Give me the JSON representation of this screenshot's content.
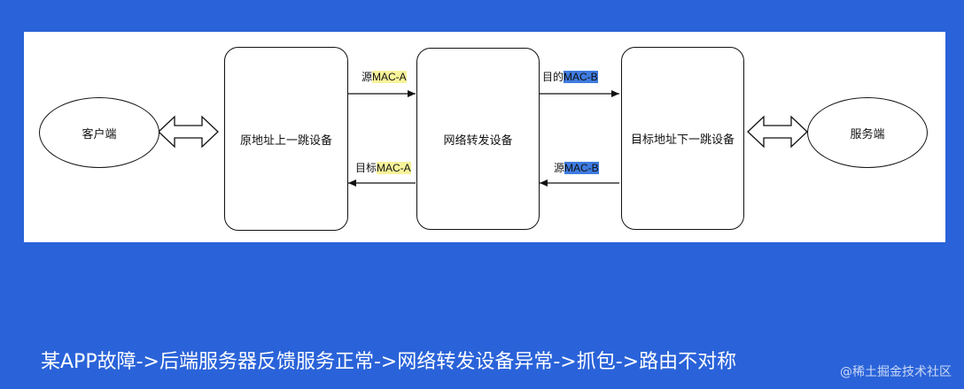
{
  "diagram": {
    "nodes": {
      "client": "客户端",
      "prev_hop": "原地址上一跳设备",
      "forwarder": "网络转发设备",
      "next_hop": "目标地址下一跳设备",
      "server": "服务端"
    },
    "edge_labels": {
      "src_mac_a_prefix": "源",
      "src_mac_a_hl": "MAC-A",
      "dst_mac_b_prefix": "目的",
      "dst_mac_b_hl": "MAC-B",
      "dst_mac_a_prefix": "目标",
      "dst_mac_a_hl": "MAC-A",
      "src_mac_b_prefix": "源",
      "src_mac_b_hl": "MAC-B"
    },
    "colors": {
      "highlight_yellow": "#f7f39a",
      "highlight_blue": "#3f7be0",
      "background": "#2a63d9"
    }
  },
  "caption": "某APP故障->后端服务器反馈服务正常->网络转发设备异常->抓包->路由不对称",
  "watermark": "@稀土掘金技术社区"
}
